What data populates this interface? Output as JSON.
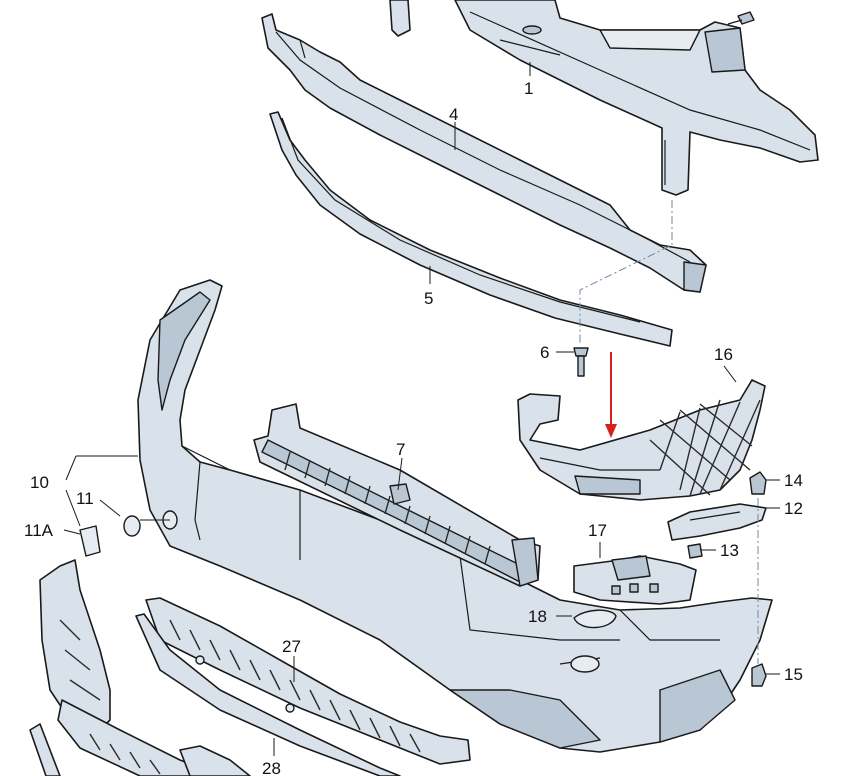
{
  "diagram": {
    "callouts": {
      "c1": "1",
      "c4": "4",
      "c5": "5",
      "c6": "6",
      "c7": "7",
      "c10": "10",
      "c11": "11",
      "c11a": "11A",
      "c12": "12",
      "c13": "13",
      "c14": "14",
      "c15": "15",
      "c16": "16",
      "c17": "17",
      "c18": "18",
      "c27": "27",
      "c28": "28"
    },
    "colors": {
      "part_fill": "#d9e1ea",
      "outline": "#1a1a1a",
      "highlight_arrow": "#d62020",
      "center_line": "#6b8aa5"
    }
  }
}
